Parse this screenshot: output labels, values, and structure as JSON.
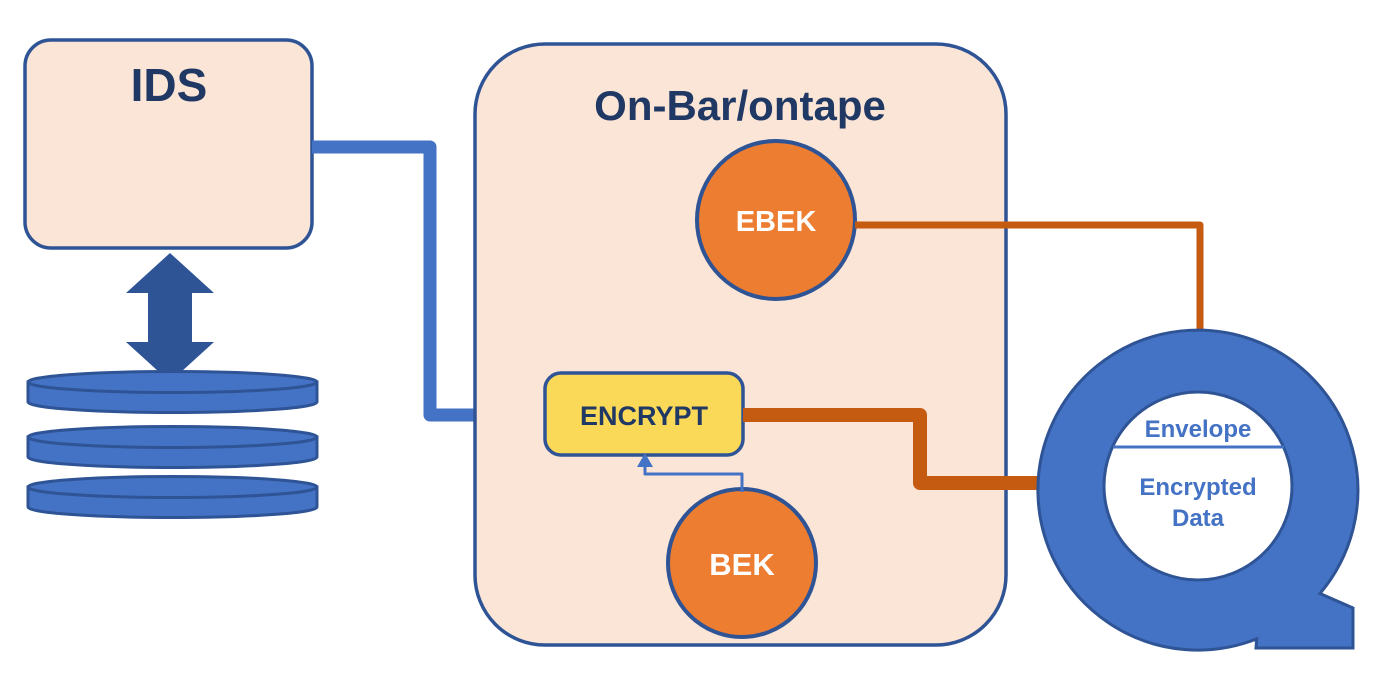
{
  "diagram": {
    "ids_box": {
      "label": "IDS"
    },
    "onbar_box": {
      "title": "On-Bar/ontape",
      "ebek": {
        "label": "EBEK"
      },
      "encrypt": {
        "label": "ENCRYPT"
      },
      "bek": {
        "label": "BEK"
      }
    },
    "tape": {
      "envelope_label": "Envelope",
      "encrypted_data_lines": [
        "Encrypted",
        "Data"
      ]
    },
    "icons": {
      "database": "stacked-disk-cylinders",
      "tape": "q-shaped-ring-with-tail",
      "ids_db_link": "double-headed-vertical-arrow"
    },
    "colors": {
      "peach_fill": "#FBE5D6",
      "navy_border": "#2F5496",
      "navy_text": "#203864",
      "blue": "#4472C4",
      "orange": "#ED7D31",
      "dark_orange": "#C55A11",
      "yellow": "#FAD858",
      "white_text": "#FFFFFF"
    }
  }
}
